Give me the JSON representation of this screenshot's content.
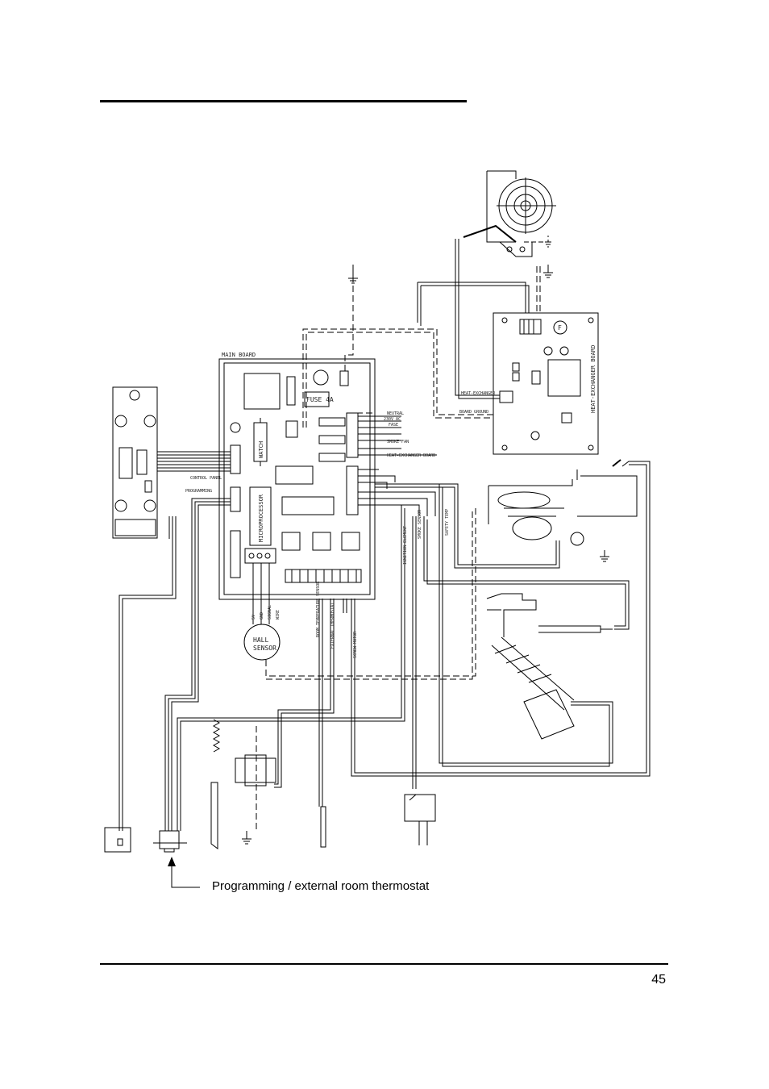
{
  "page": {
    "number": "45"
  },
  "caption": "Programming / external room thermostat",
  "diagram": {
    "main_board": "MAIN BOARD",
    "fuse": "FUSE 4A",
    "watch": "WATCH",
    "microprocessor": "MICROPROCESSOR",
    "control_panel": "CONTROL PANEL",
    "programming": "PROGRAMMING",
    "neutral": "NEUTRAL",
    "v230": "230V AC",
    "fase": "FASE",
    "smoke_fan": "SMOKE FAN",
    "heat_exchanger_board": "HEAT-EXCHANGER BOARD",
    "heat_exchanger": "HEAT-EXCHANGER",
    "board_ground": "BOARD GROUND",
    "hall": "HALL",
    "sensor": "SENSOR",
    "room_temp_sensor": "ROOM TEMPERATURE SENSOR",
    "external_thermostat": "EXTERNAL THERMOSTAT",
    "smoke_sensor": "SMOKE SENSOR",
    "ignition_element": "IGNITION ELEMENT",
    "screw_motor": "SCREW MOTOR",
    "safety_temp": "SAFETY TEMP",
    "hall_pins": [
      "5V",
      "GND",
      "SIGNAL",
      "WIRE"
    ],
    "hx_side": "HEAT-EXCHANGER BOARD",
    "fuse_letter": "F"
  }
}
